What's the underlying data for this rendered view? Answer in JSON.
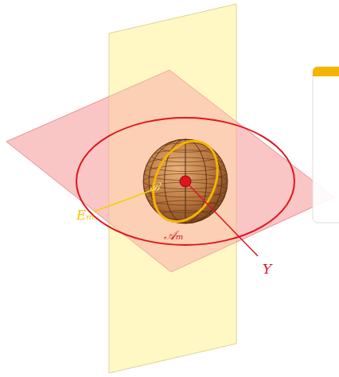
{
  "diagram": {
    "labels": [
      "ℬ",
      "Eₘ",
      "𝒜ₘ",
      "Y"
    ]
  }
}
